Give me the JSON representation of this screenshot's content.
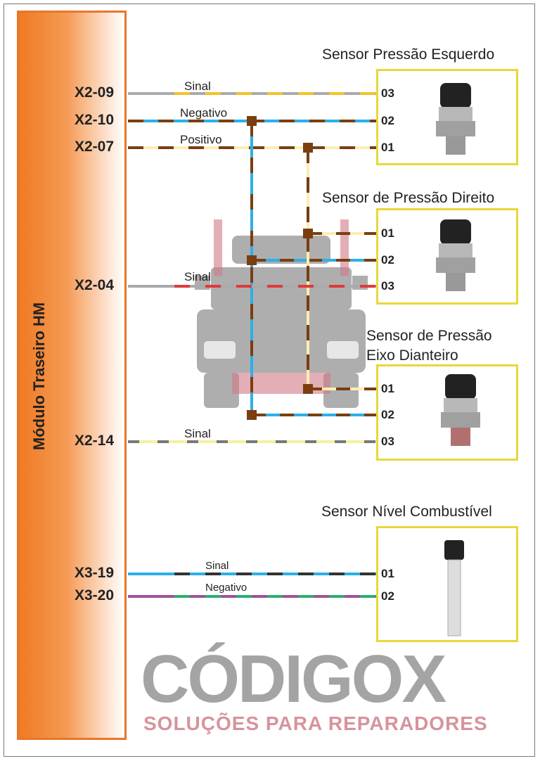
{
  "module": {
    "label": "Módulo Traseiro HM"
  },
  "left_pins": [
    "X2-09",
    "X2-10",
    "X2-07",
    "X2-04",
    "X2-14",
    "X3-19",
    "X3-20"
  ],
  "wire_labels": [
    "Sinal",
    "Negativo",
    "Positivo",
    "Sinal",
    "Sinal",
    "Sinal",
    "Negativo"
  ],
  "sensors": [
    {
      "title": "Sensor Pressão Esquerdo",
      "pins": [
        "03",
        "02",
        "01"
      ]
    },
    {
      "title": "Sensor de Pressão Direito",
      "pins": [
        "01",
        "02",
        "03"
      ]
    },
    {
      "title_line1": "Sensor de Pressão",
      "title_line2": "Eixo Dianteiro",
      "pins": [
        "01",
        "02",
        "03"
      ]
    },
    {
      "title": "Sensor Nível Combustível",
      "pins": [
        "01",
        "02"
      ]
    }
  ],
  "watermark": {
    "brand": "CÓDIGOX",
    "tagline": "SOLUÇÕES PARA REPARADORES"
  }
}
